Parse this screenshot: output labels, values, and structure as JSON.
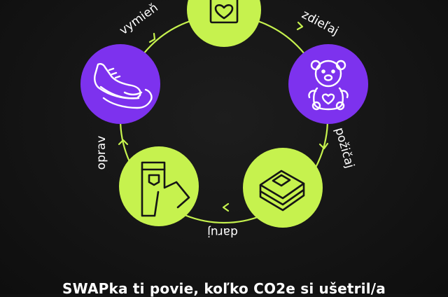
{
  "colors": {
    "lime": "#c6f24e",
    "purple": "#7d32ee",
    "ring": "#c6f24e",
    "background": "#151515",
    "text": "#ffffff"
  },
  "cycle": {
    "labels": {
      "vymien": "vymieň",
      "zdielaj": "zdieľaj",
      "pozicaj": "požičaj",
      "daruj": "daruj",
      "oprav": "oprav"
    },
    "icons": [
      "shirt-heart-icon",
      "teddy-bear-icon",
      "book-icon",
      "trousers-icon",
      "sneaker-icon"
    ]
  },
  "tagline": "SWAPka ti povie, koľko CO2e si ušetril/a"
}
